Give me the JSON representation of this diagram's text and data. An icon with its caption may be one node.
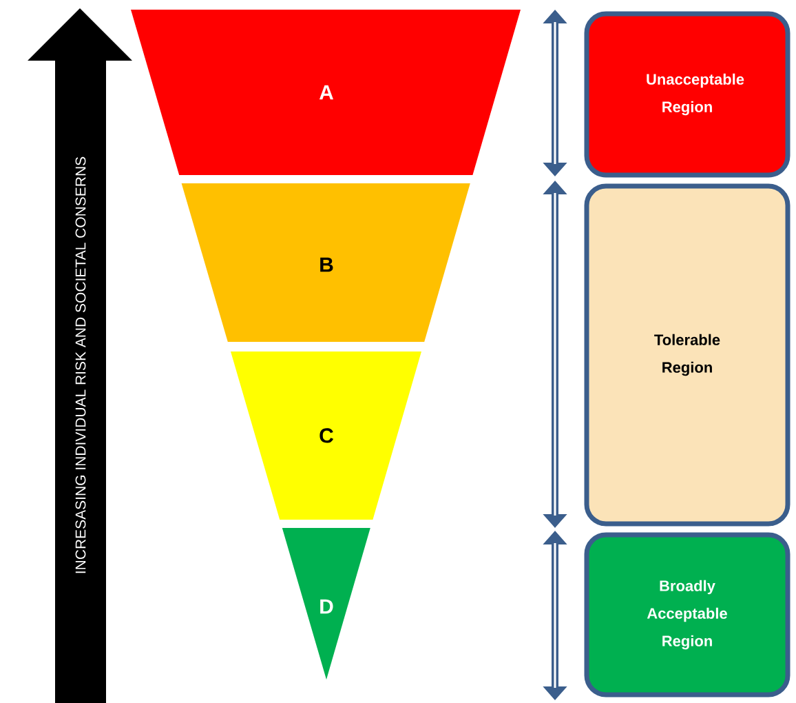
{
  "diagram": {
    "nodes": [
      {
        "text": [
          "A"
        ]
      },
      {
        "text": [
          "B"
        ]
      },
      {
        "text": [
          "C"
        ]
      },
      {
        "text": [
          "D"
        ]
      },
      {
        "text": [
          "Unacceptable Region"
        ]
      },
      {
        "text": [
          "Tolerable Region"
        ]
      },
      {
        "text": [
          "Broadly Acceptable Region"
        ]
      }
    ],
    "labels": [
      "INCRESASING INDIVIDUAL RISK AND SOCIETAL CONSERNS"
    ]
  }
}
